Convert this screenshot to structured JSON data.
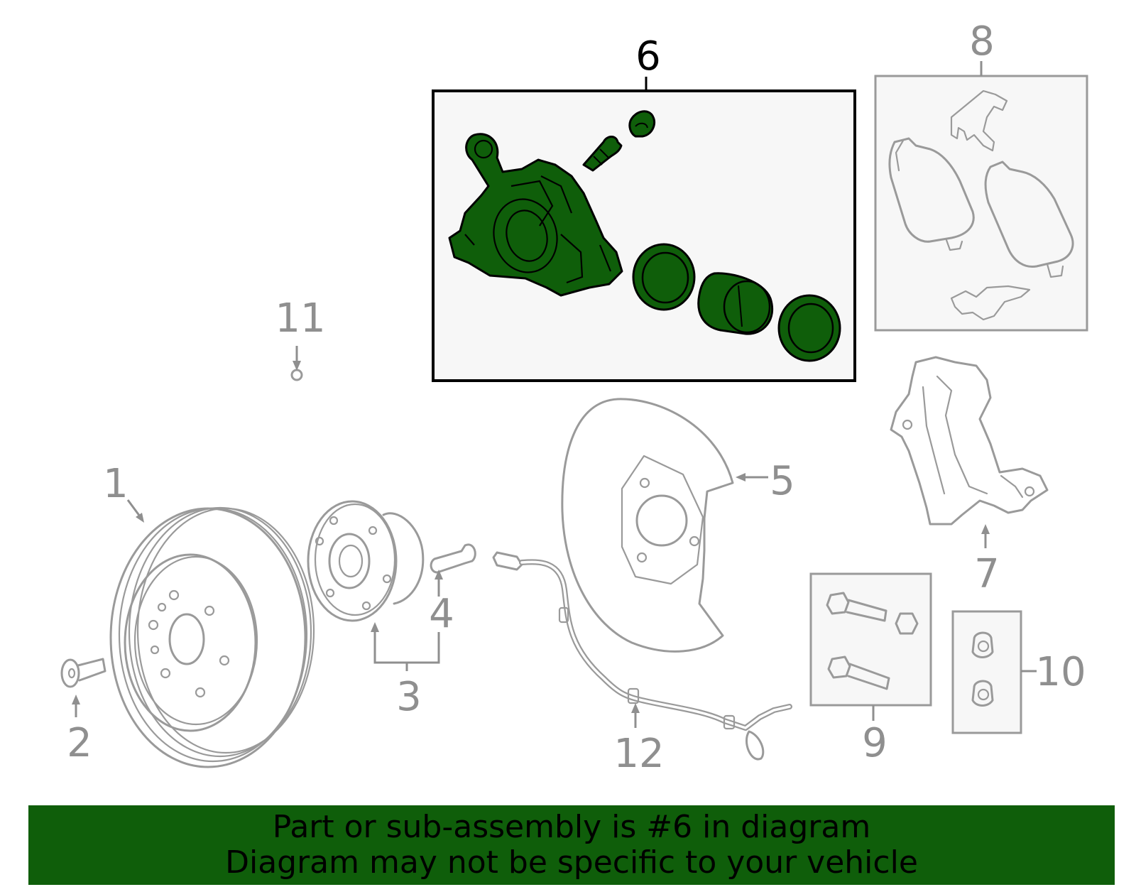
{
  "diagram": {
    "highlight_color": "#0f5e0a",
    "callouts": {
      "c1": "1",
      "c2": "2",
      "c3": "3",
      "c4": "4",
      "c5": "5",
      "c6": "6",
      "c7": "7",
      "c8": "8",
      "c9": "9",
      "c10": "10",
      "c11": "11",
      "c12": "12"
    }
  },
  "banner": {
    "background": "#0f5e0a",
    "line1": "Part or sub-assembly is #6 in diagram",
    "line2": "Diagram may not be specific to your vehicle"
  }
}
